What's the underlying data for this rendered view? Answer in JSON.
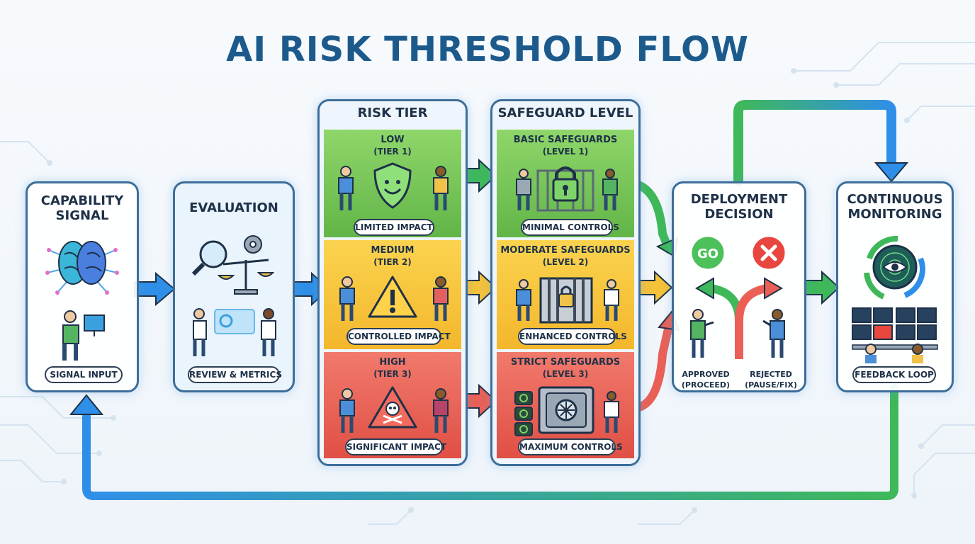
{
  "title": "AI RISK THRESHOLD FLOW",
  "steps": {
    "capability": {
      "title": "CAPABILITY\nSIGNAL",
      "pill": "SIGNAL INPUT"
    },
    "evaluation": {
      "title": "EVALUATION",
      "pill": "REVIEW & METRICS"
    },
    "decision": {
      "title": "DEPLOYMENT\nDECISION",
      "go_label": "GO",
      "approved_label": "APPROVED",
      "approved_sub": "(PROCEED)",
      "rejected_label": "REJECTED",
      "rejected_sub": "(PAUSE/FIX)"
    },
    "monitoring": {
      "title": "CONTINUOUS\nMONITORING",
      "pill": "FEEDBACK LOOP"
    }
  },
  "risk_tier": {
    "header": "RISK TIER",
    "tiers": [
      {
        "name": "LOW",
        "sub": "(TIER 1)",
        "pill": "LIMITED IMPACT",
        "color": "#7cc95a"
      },
      {
        "name": "MEDIUM",
        "sub": "(TIER 2)",
        "pill": "CONTROLLED IMPACT",
        "color": "#f5c23a"
      },
      {
        "name": "HIGH",
        "sub": "(TIER 3)",
        "pill": "SIGNIFICANT IMPACT",
        "color": "#ea6056"
      }
    ]
  },
  "safeguard": {
    "header": "SAFEGUARD LEVEL",
    "levels": [
      {
        "name": "BASIC SAFEGUARDS",
        "sub": "(LEVEL 1)",
        "pill": "MINIMAL CONTROLS",
        "color": "#7cc95a"
      },
      {
        "name": "MODERATE SAFEGUARDS",
        "sub": "(LEVEL 2)",
        "pill": "ENHANCED CONTROLS",
        "color": "#f5c23a"
      },
      {
        "name": "STRICT SAFEGUARDS",
        "sub": "(LEVEL 3)",
        "pill": "MAXIMUM CONTROLS",
        "color": "#ea6056"
      }
    ]
  },
  "colors": {
    "title": "#1d5a8c",
    "arrow_blue": "#2f8fe8",
    "arrow_green": "#3fb85a",
    "low": "#7cc95a",
    "medium": "#f5c23a",
    "high": "#ea6056",
    "card_border": "#3d6e99"
  },
  "icons": [
    "brain-icon",
    "person-at-computer-icon",
    "magnifier-gear-icon",
    "balance-scale-icon",
    "shield-smile-icon",
    "warning-triangle-icon",
    "skull-triangle-icon",
    "padlock-gate-icon",
    "locked-gate-icon",
    "vault-icon",
    "go-button-icon",
    "reject-x-icon",
    "radar-eye-icon",
    "monitor-station-icon"
  ]
}
